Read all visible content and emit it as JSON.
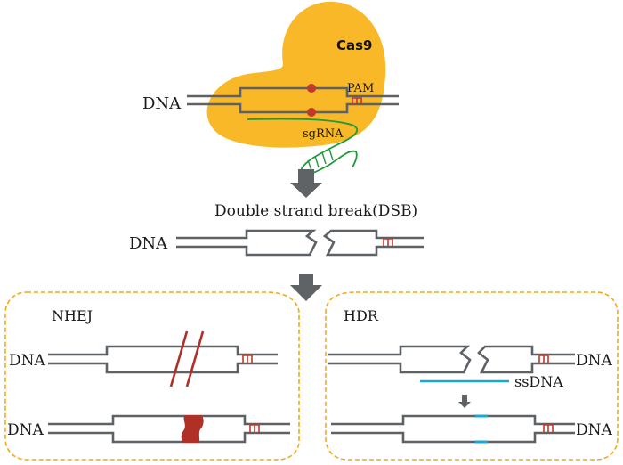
{
  "title": "CRISPR/Cas9 genome editing mechanism",
  "colors": {
    "cas9": "#f8b827",
    "strand": "#5e6266",
    "pam": "#c0392b",
    "sgrna": "#1e9a3a",
    "ssdna": "#19a7d9",
    "box_border": "#f2a81d",
    "arrow": "#5f6366",
    "indel": "#b03028"
  },
  "labels": {
    "cas9": "Cas9",
    "dna": "DNA",
    "pam": "PAM",
    "sgrna": "sgRNA",
    "dsb": "Double strand break(DSB)",
    "ssdna": "ssDNA"
  },
  "panels": {
    "nhej": {
      "title": "NHEJ"
    },
    "hdr": {
      "title": "HDR"
    }
  }
}
